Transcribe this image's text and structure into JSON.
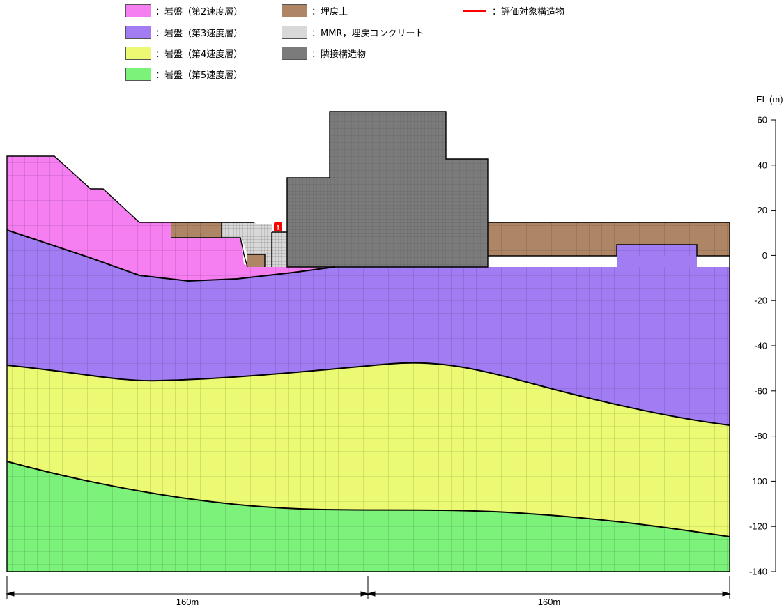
{
  "legend": [
    {
      "label": "：岩盤（第2速度層）",
      "color": "#f57ef0",
      "kind": "swatch"
    },
    {
      "label": "：岩盤（第3速度層）",
      "color": "#a27cf2",
      "kind": "swatch"
    },
    {
      "label": "：岩盤（第4速度層）",
      "color": "#ebfa72",
      "kind": "swatch"
    },
    {
      "label": "：岩盤（第5速度層）",
      "color": "#7cf27a",
      "kind": "swatch"
    },
    {
      "label": "：埋戻土",
      "color": "#ae8665",
      "kind": "swatch"
    },
    {
      "label": "：MMR，埋戻コンクリート",
      "color": "#d8d8d8",
      "kind": "swatch"
    },
    {
      "label": "：隣接構造物",
      "color": "#7b7b7b",
      "kind": "swatch"
    },
    {
      "label": "：評価対象構造物",
      "color": "#ff0000",
      "kind": "line"
    }
  ],
  "axis": {
    "label": "EL (m)",
    "ticks": [
      60,
      40,
      20,
      0,
      -20,
      -40,
      -60,
      -80,
      -100,
      -120,
      -140
    ],
    "range": [
      -140,
      60
    ]
  },
  "dimensions": [
    {
      "label": "160m"
    },
    {
      "label": "160m"
    }
  ],
  "marker": {
    "label": "1"
  },
  "colors": {
    "layer2": "#f57ef0",
    "layer3": "#a27cf2",
    "layer4": "#ebfa72",
    "layer5": "#7cf27a",
    "backfill": "#ae8665",
    "mmr": "#d8d8d8",
    "adjacent": "#7b7b7b",
    "target": "#ff0000"
  }
}
